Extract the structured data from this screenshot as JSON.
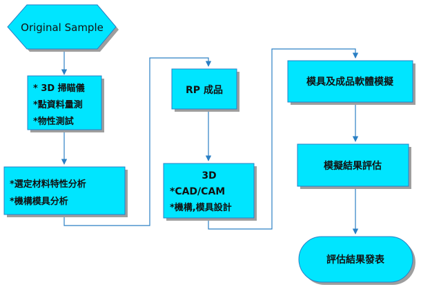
{
  "colors": {
    "box_fill": "#00e5ff",
    "box_stroke": "#2a7fc4",
    "shadow": "#9e9e9e",
    "connector": "#2a7fc4"
  },
  "nodes": {
    "start": {
      "label": "Original Sample",
      "shape": "hexagon"
    },
    "scan": {
      "lines": [
        "* 3D 掃瞄儀",
        "*點資料量測",
        "*物性測試"
      ]
    },
    "analysis": {
      "lines": [
        "*選定材料特性分析",
        "*機構模具分析"
      ]
    },
    "rp": {
      "label": "RP 成品"
    },
    "cad": {
      "lines": [
        "3D",
        "*CAD/CAM",
        "*機構,模具設計"
      ]
    },
    "sim": {
      "label": "模具及成品軟體模擬"
    },
    "eval": {
      "label": "模擬結果評估"
    },
    "publish": {
      "label": "評估結果發表",
      "shape": "rounded"
    }
  }
}
